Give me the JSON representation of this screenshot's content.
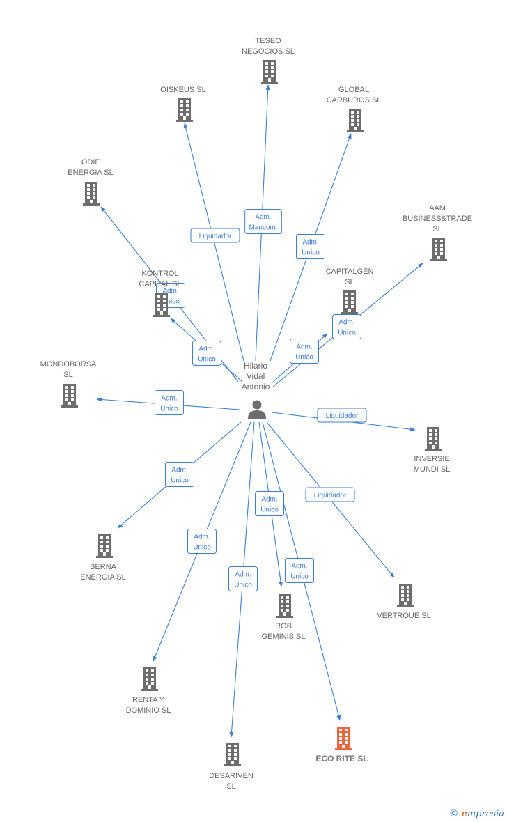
{
  "person": {
    "name_lines": [
      "Hilario",
      "Vidal",
      "Antonio"
    ],
    "icon": "person-icon"
  },
  "colors": {
    "edge": "#3a7fd5",
    "company": "#6d6d6d",
    "highlight": "#f0643c",
    "text": "#666666"
  },
  "companies": [
    {
      "id": "teseo",
      "lines": [
        "TESEO",
        "NEGOCIOS  SL"
      ],
      "icon": "building-icon"
    },
    {
      "id": "oiskeus",
      "lines": [
        "OISKEUS SL"
      ],
      "icon": "building-icon"
    },
    {
      "id": "global",
      "lines": [
        "GLOBAL",
        "CARBUROS  SL"
      ],
      "icon": "building-icon"
    },
    {
      "id": "odif",
      "lines": [
        "ODIF",
        "ENERGIA  SL"
      ],
      "icon": "building-icon"
    },
    {
      "id": "aam",
      "lines": [
        "AAM",
        "BUSINESS&TRADE",
        "SL"
      ],
      "icon": "building-icon"
    },
    {
      "id": "kontrol",
      "lines": [
        "KONTROL",
        "CAPITAL  SL"
      ],
      "icon": "building-icon"
    },
    {
      "id": "capitalgen",
      "lines": [
        "CAPITALGEN",
        "SL"
      ],
      "icon": "building-icon"
    },
    {
      "id": "mondoborsa",
      "lines": [
        "MONDOBORSA",
        "SL"
      ],
      "icon": "building-icon"
    },
    {
      "id": "inversie",
      "lines": [
        "INVERSIE",
        "MUNDI SL"
      ],
      "icon": "building-icon"
    },
    {
      "id": "berna",
      "lines": [
        "BERNA",
        "ENERGIA  SL"
      ],
      "icon": "building-icon"
    },
    {
      "id": "vertroue",
      "lines": [
        "VERTROUE SL"
      ],
      "icon": "building-icon"
    },
    {
      "id": "rob",
      "lines": [
        "ROB",
        "GEMINIS  SL"
      ],
      "icon": "building-icon"
    },
    {
      "id": "renta",
      "lines": [
        "RENTA Y",
        "DOMINIO  SL"
      ],
      "icon": "building-icon"
    },
    {
      "id": "ecorite",
      "lines": [
        "ECO RITE  SL"
      ],
      "icon": "building-icon",
      "highlight": true
    },
    {
      "id": "desariven",
      "lines": [
        "DESARIVEN",
        "SL"
      ],
      "icon": "building-icon"
    }
  ],
  "relations": [
    {
      "target": "teseo",
      "label_lines": [
        "Adm.",
        "Mancom."
      ]
    },
    {
      "target": "oiskeus",
      "label_lines": [
        "Liquidador"
      ]
    },
    {
      "target": "global",
      "label_lines": [
        "Adm.",
        "Unico"
      ]
    },
    {
      "target": "odif",
      "label_lines": [
        "Adm.",
        "Unico"
      ]
    },
    {
      "target": "aam",
      "label_lines": [
        "Adm.",
        "Unico"
      ]
    },
    {
      "target": "kontrol",
      "label_lines": [
        "Adm.",
        "Unico"
      ]
    },
    {
      "target": "capitalgen",
      "label_lines": [
        "Adm.",
        "Unico"
      ]
    },
    {
      "target": "mondoborsa",
      "label_lines": [
        "Adm.",
        "Unico"
      ]
    },
    {
      "target": "inversie",
      "label_lines": [
        "Liquidador"
      ]
    },
    {
      "target": "berna",
      "label_lines": [
        "Adm.",
        "Unico"
      ]
    },
    {
      "target": "vertroue",
      "label_lines": [
        "Liquidador"
      ]
    },
    {
      "target": "rob",
      "label_lines": [
        "Adm.",
        "Unico"
      ]
    },
    {
      "target": "renta",
      "label_lines": [
        "Adm.",
        "Unico"
      ]
    },
    {
      "target": "ecorite",
      "label_lines": [
        "Adm.",
        "Unico"
      ]
    },
    {
      "target": "desariven",
      "label_lines": [
        "Adm.",
        "Unico"
      ]
    }
  ],
  "footer": {
    "copyright": "©",
    "brand_first": "e",
    "brand_rest": "mpresia"
  }
}
